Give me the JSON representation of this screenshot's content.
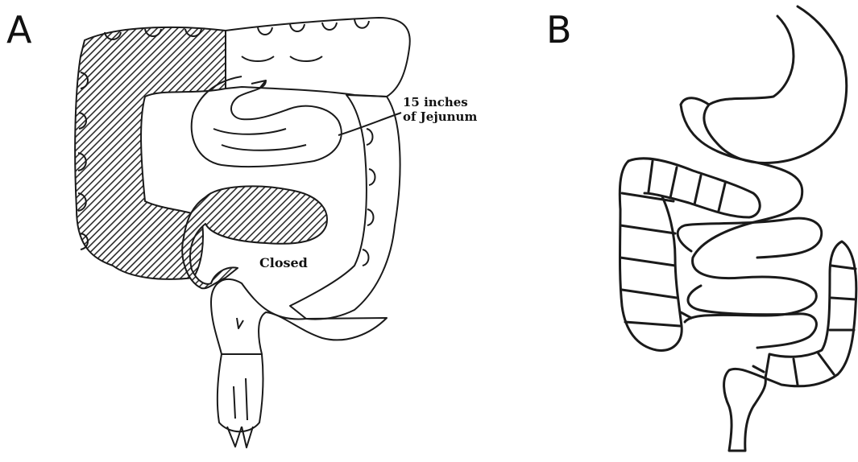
{
  "panels": {
    "a": {
      "label": "A",
      "jejunum_line1": "15 inches",
      "jejunum_line2": "of Jejunum",
      "closed": "Closed"
    },
    "b": {
      "label": "B"
    }
  },
  "colors": {
    "ink": "#1a1a1a",
    "hatch": "#2b2b2b",
    "background": "#ffffff"
  },
  "icons": [
    "colon-outline",
    "small-intestine-loop",
    "stomach-outline",
    "rectum-outline"
  ]
}
